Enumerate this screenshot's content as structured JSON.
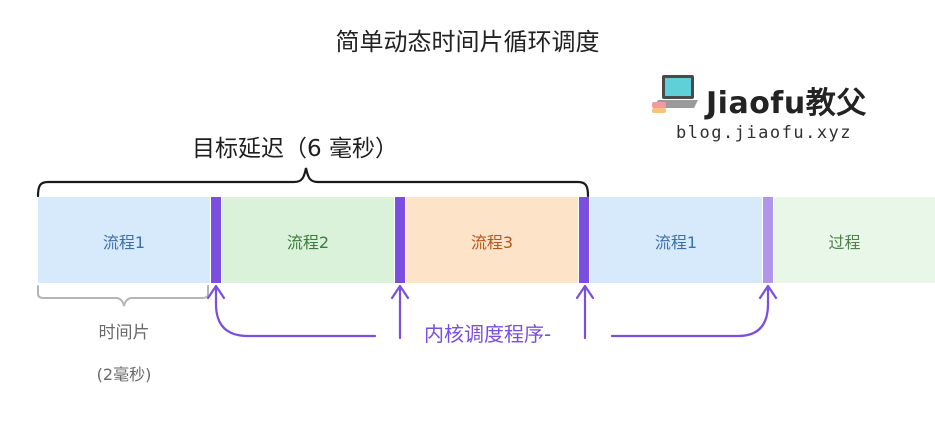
{
  "title": "简单动态时间片循环调度",
  "target_latency_label": "目标延迟（6 毫秒）",
  "brand": {
    "name": "Jiaofu教父",
    "url": "blog.jiaofu.xyz",
    "logo_icon": "laptop-icon"
  },
  "timeline": {
    "segments": [
      {
        "label": "流程1",
        "fill": "#d7eafb",
        "text_color": "#3e6fa8"
      },
      {
        "label": "流程2",
        "fill": "#d9f2d9",
        "text_color": "#3d7a3d"
      },
      {
        "label": "流程3",
        "fill": "#fde3c8",
        "text_color": "#b5561c"
      },
      {
        "label": "流程1",
        "fill": "#d7eafb",
        "text_color": "#3e6fa8"
      },
      {
        "label": "过程",
        "fill": "#e9f7e9",
        "text_color": "#4f7f4f"
      }
    ],
    "switch_color": "#7a4fe0"
  },
  "time_slice": {
    "label": "时间片",
    "sub_label": "(2毫秒)"
  },
  "kernel_scheduler_label": "内核调度程序-",
  "colors": {
    "accent": "#7a4fe0",
    "bracket": "#1a1a1a",
    "slice_bracket": "#b5b5b5"
  }
}
